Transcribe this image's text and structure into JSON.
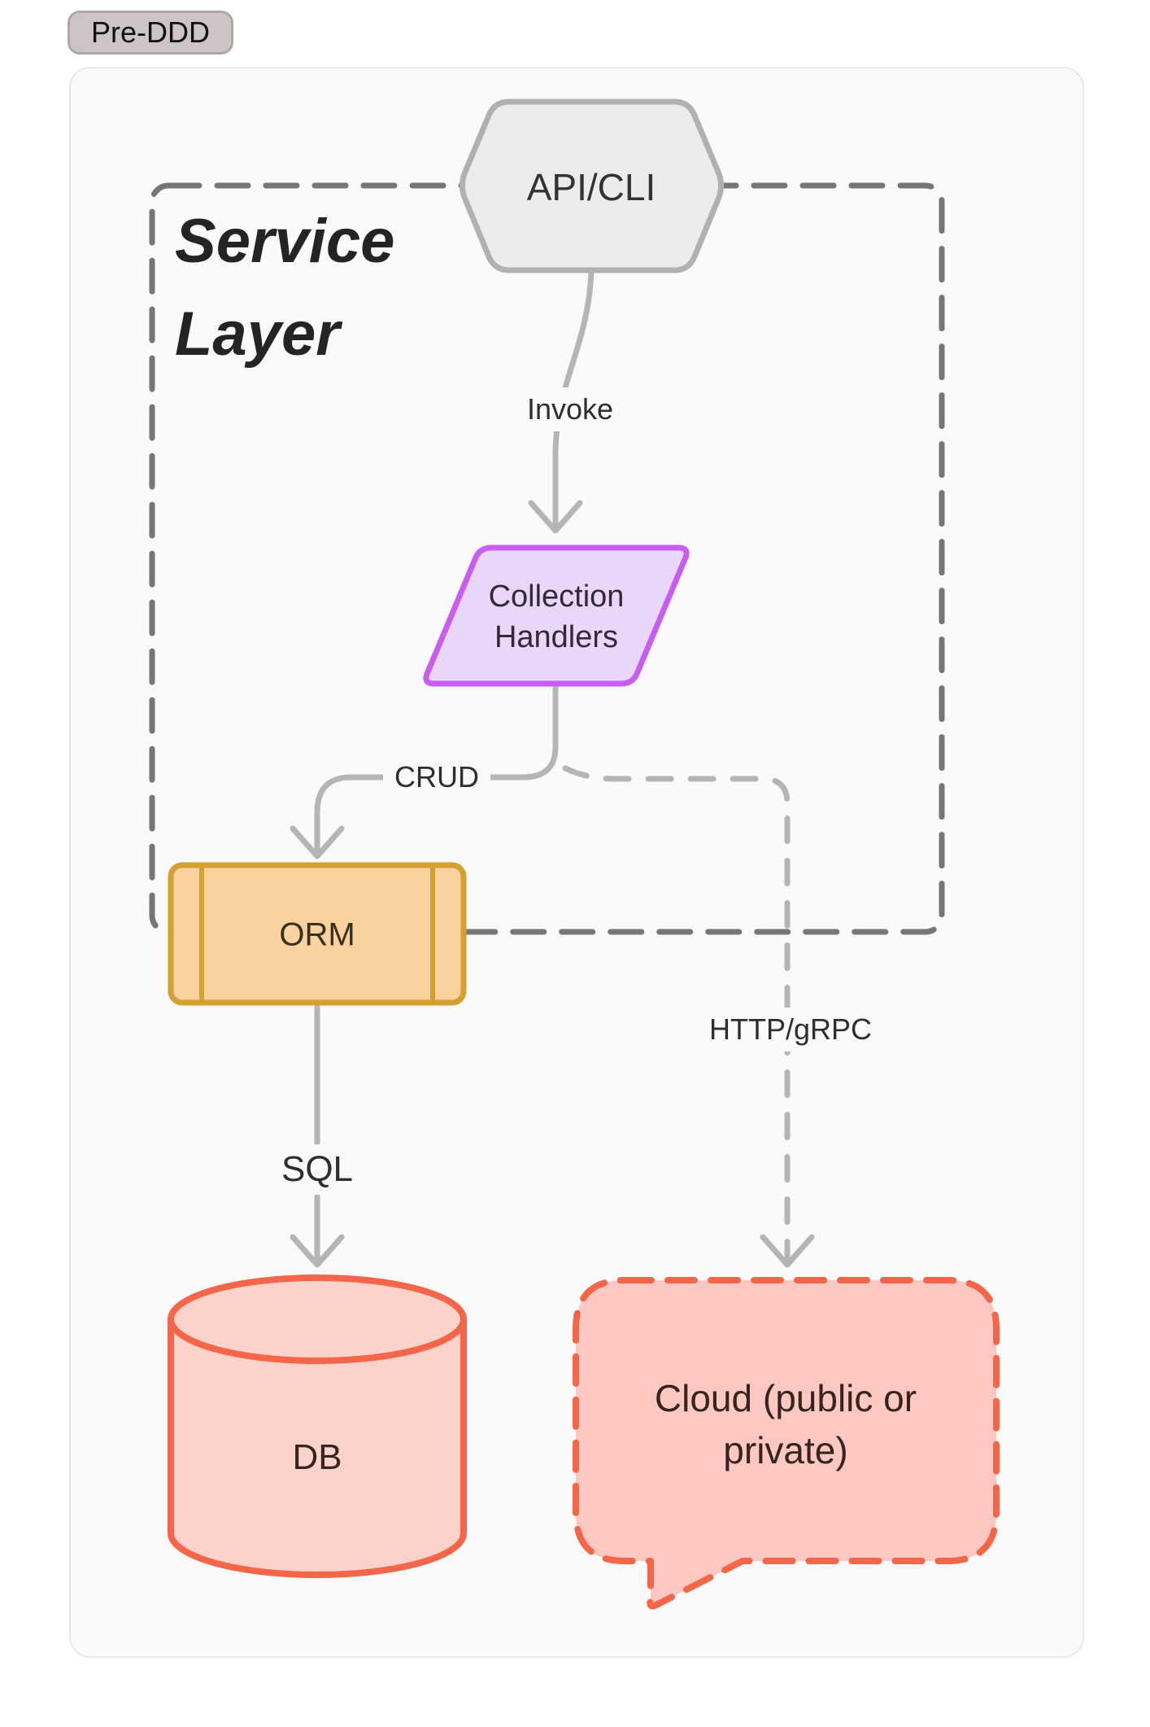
{
  "badge": {
    "label": "Pre-DDD"
  },
  "service_layer": {
    "title_line1": "Service",
    "title_line2": "Layer"
  },
  "nodes": {
    "api_cli": {
      "label": "API/CLI",
      "shape": "hexagon"
    },
    "collection_handlers": {
      "line1": "Collection",
      "line2": "Handlers",
      "shape": "parallelogram"
    },
    "orm": {
      "label": "ORM",
      "shape": "subroutine-box"
    },
    "db": {
      "label": "DB",
      "shape": "cylinder"
    },
    "cloud": {
      "line1": "Cloud (public or",
      "line2": "private)",
      "shape": "speech-bubble"
    }
  },
  "edges": {
    "invoke": {
      "label": "Invoke",
      "from": "api_cli",
      "to": "collection_handlers",
      "style": "solid-arrow"
    },
    "crud": {
      "label": "CRUD",
      "from": "collection_handlers",
      "to": "orm",
      "style": "solid-arrow"
    },
    "sql": {
      "label": "SQL",
      "from": "orm",
      "to": "db",
      "style": "solid-arrow"
    },
    "http_grpc": {
      "label": "HTTP/gRPC",
      "from": "collection_handlers",
      "to": "cloud",
      "style": "dashed-arrow"
    }
  },
  "colors": {
    "page_bg": "#ffffff",
    "card_bg": "#fafafa",
    "card_border": "#e9e9e9",
    "badge_bg": "#cdc5c5",
    "service_boundary_dash": "#767676",
    "connector_gray": "#b5b5b5",
    "hexagon_fill": "#ececec",
    "hexagon_stroke": "#b1b1b1",
    "parallelogram_fill": "#e9d6f8",
    "parallelogram_stroke": "#c75ef0",
    "orm_fill": "#f9d2a0",
    "orm_stroke": "#d4a02f",
    "db_fill": "#fcd2ca",
    "cloud_fill": "#fcc8c1",
    "salmon_stroke": "#f4664a",
    "text": "#2e2e2e"
  }
}
